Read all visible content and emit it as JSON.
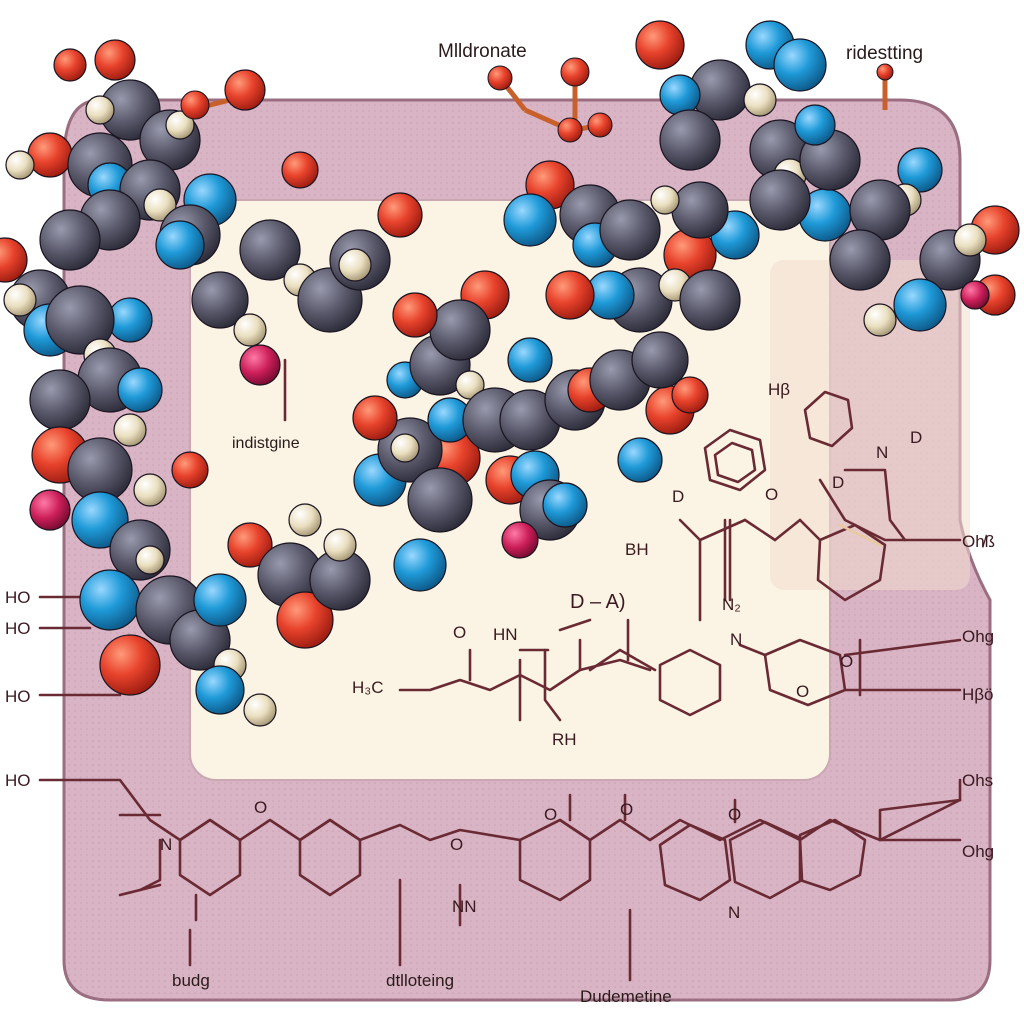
{
  "colors": {
    "frame": "#d8b4c4",
    "frame_stroke": "#9a6e80",
    "panel": "#fbf4e4",
    "carbon": "#555566",
    "oxygen": "#e8432c",
    "nitrogen": "#1f9ad8",
    "hydrogen": "#eadfc0",
    "magenta": "#cc1f5a",
    "bond": "#6a2a34"
  },
  "labels": {
    "top_left": "Mlldronate",
    "top_right": "ridestting",
    "mid_left": "indistgine",
    "bottom_left": "budg",
    "bottom_mid": "dtlloteing",
    "bottom_right": "Dudemetine"
  },
  "atom_labels": {
    "ho_1": "HO",
    "ho_2": "HO",
    "ho_3": "HO",
    "ho_4": "HO",
    "oh_1": "Oh̸ß",
    "oh_2": "Ohg",
    "h_3": "Hβö",
    "oh_3": "Ohs",
    "oh_4": "Ohg",
    "h3_top": "Hβ",
    "d_top": "D",
    "n_top": "N",
    "d_right": "D",
    "d_center": "D",
    "d_a": "D – A)",
    "bh": "BH",
    "hn": "HN",
    "o_mid": "O",
    "o_mid2": "O",
    "n2": "N₂",
    "h3c": "H₃C",
    "rh": "RH",
    "n_br": "N",
    "o_br1": "O",
    "o_br2": "O",
    "o_bottom1": "O",
    "o_bottom2": "O",
    "o_bottom3": "O",
    "o_bottom4": "O",
    "n_bottom1": "N",
    "n_bottom2": "N",
    "nn_bottom": "NN",
    "o_bottom5": "O"
  }
}
